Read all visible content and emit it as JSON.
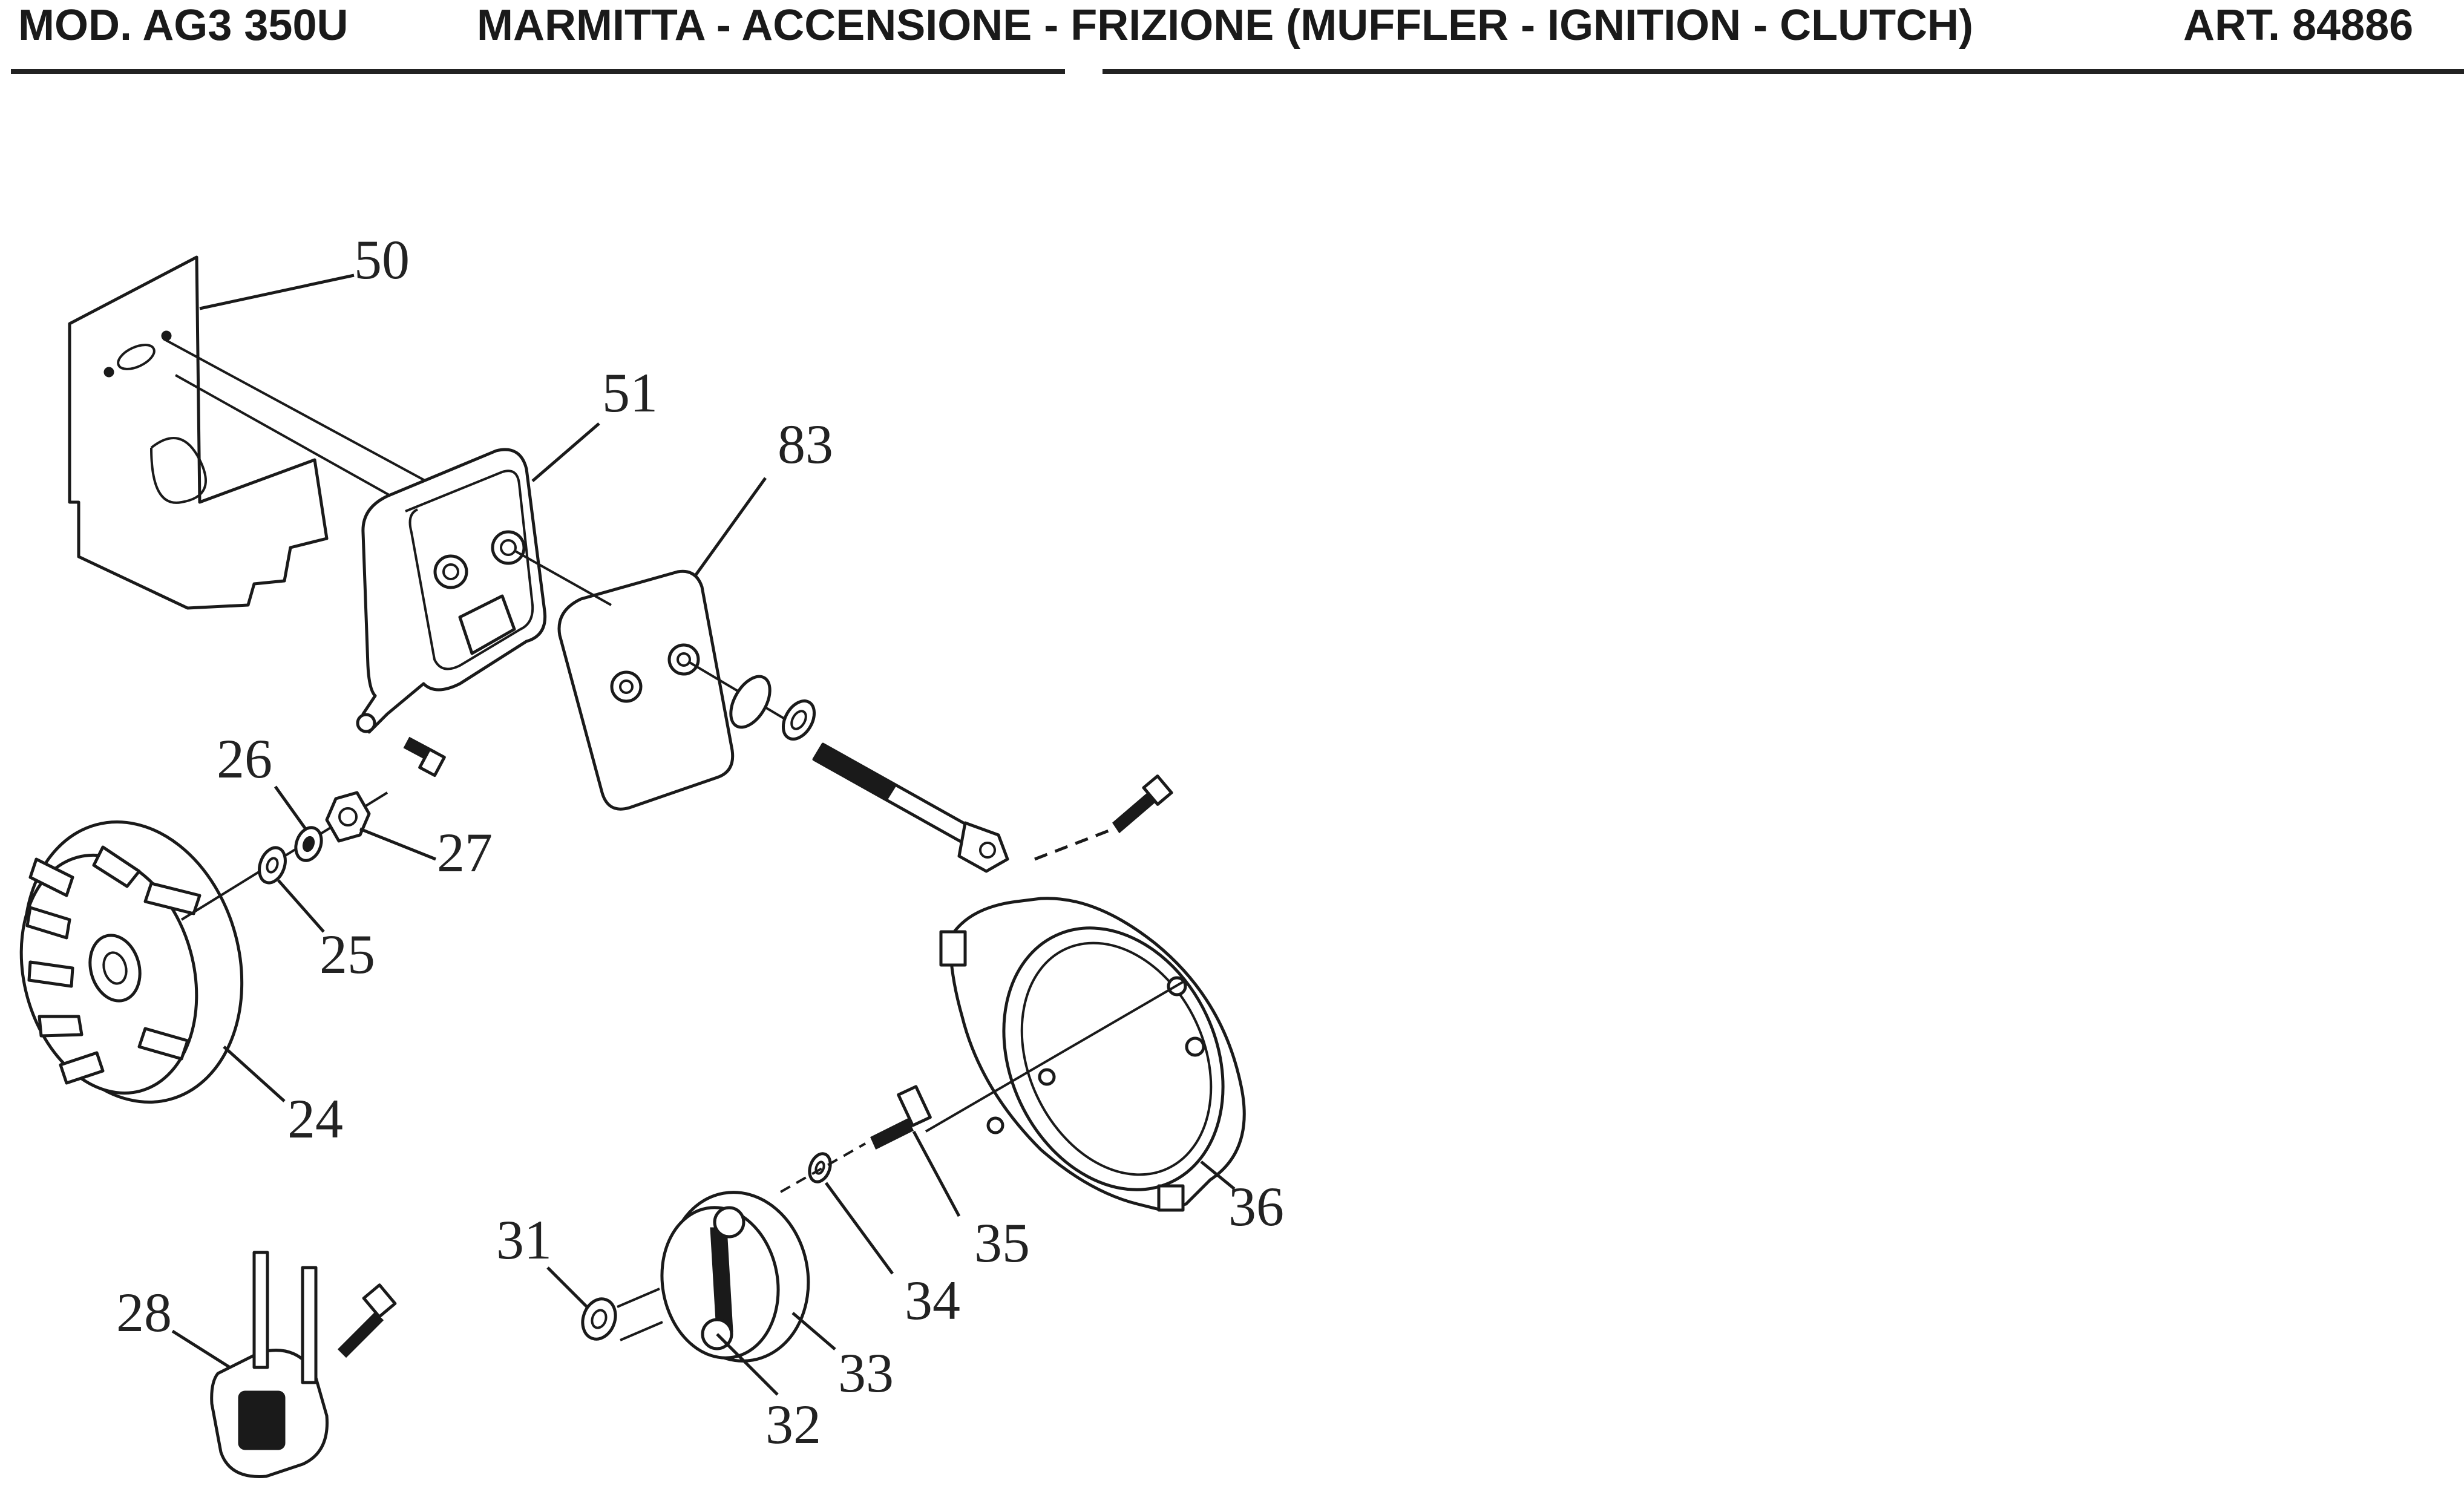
{
  "header": {
    "model": "MOD. AG3 350U",
    "title": "MARMITTA - ACCENSIONE - FRIZIONE (MUFFLER - IGNITION - CLUTCH)",
    "article": "ART. 84886"
  },
  "parts": {
    "p50": "50",
    "p51": "51",
    "p83": "83",
    "p26": "26",
    "p27": "27",
    "p25": "25",
    "p24": "24",
    "p36": "36",
    "p35": "35",
    "p34": "34",
    "p31": "31",
    "p33": "33",
    "p32": "32",
    "p28": "28"
  }
}
